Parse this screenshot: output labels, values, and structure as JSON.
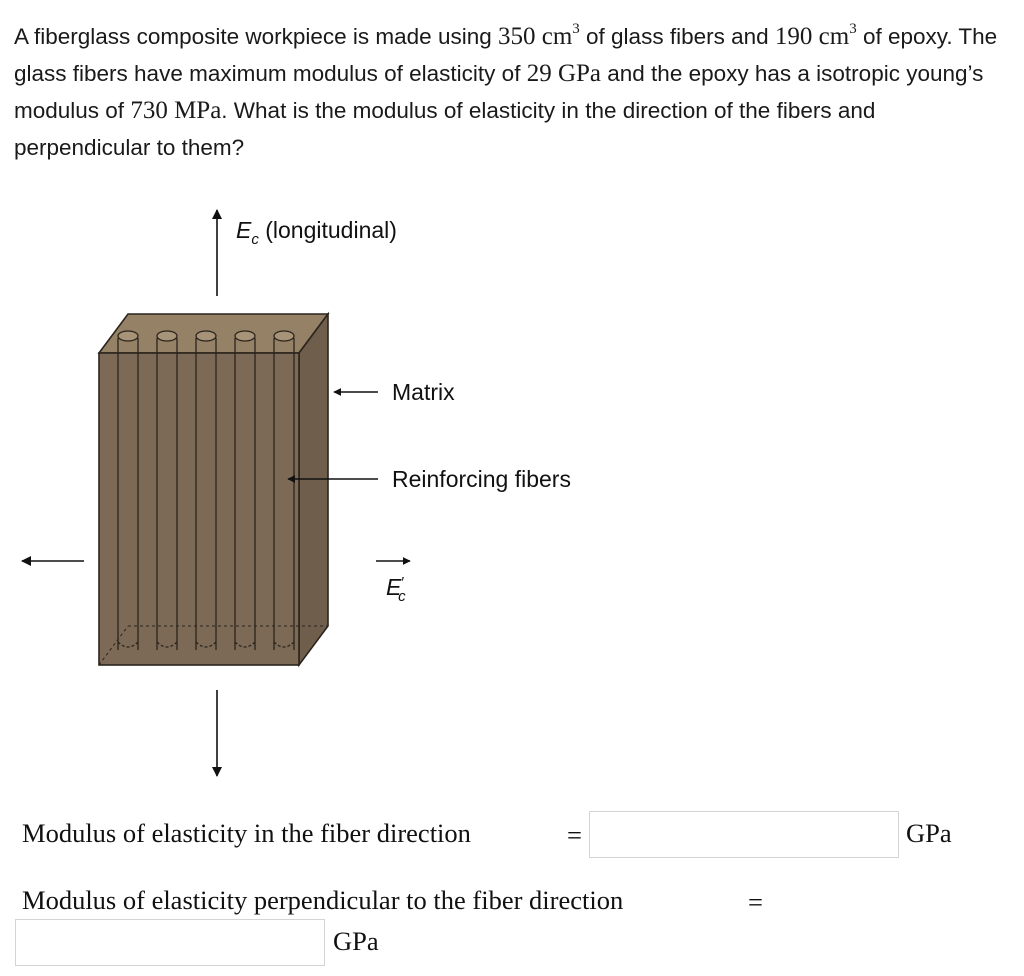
{
  "question": {
    "part1": "A fiberglass composite workpiece is made using ",
    "v1": "350",
    "u1": "cm",
    "e1": "3",
    "part2": " of glass fibers and ",
    "v2": "190",
    "u2": "cm",
    "e2": "3",
    "part3": " of epoxy. The glass fibers have maximum modulus of elasticity of ",
    "v3": "29",
    "u3": "GPa",
    "part4": " and the epoxy has a isotropic young’s modulus of ",
    "v4": "730",
    "u4": "MPa",
    "part5": ". What is the modulus of elasticity in the direction of the fibers and perpendicular to them?"
  },
  "diagram": {
    "longitudinal_symbol": "E",
    "longitudinal_sub": "c",
    "longitudinal_text": " (longitudinal)",
    "matrix_label": "Matrix",
    "fibers_label": "Reinforcing fibers",
    "transverse_symbol": "E",
    "transverse_prime": "′",
    "transverse_sub": "c"
  },
  "answers": {
    "fiber_direction_label": "Modulus of elasticity in the fiber direction",
    "fiber_direction_equals": "=",
    "fiber_direction_unit": "GPa",
    "fiber_direction_value": "",
    "perpendicular_label": "Modulus of elasticity perpendicular to the fiber direction",
    "perpendicular_equals": "=",
    "perpendicular_unit": "GPa",
    "perpendicular_value": ""
  },
  "colors": {
    "composite_face": "#7d6a56",
    "composite_top": "#958165",
    "composite_side": "#6f5e4c",
    "fiber_line": "#2b241d",
    "input_border": "#d4d4d4"
  }
}
